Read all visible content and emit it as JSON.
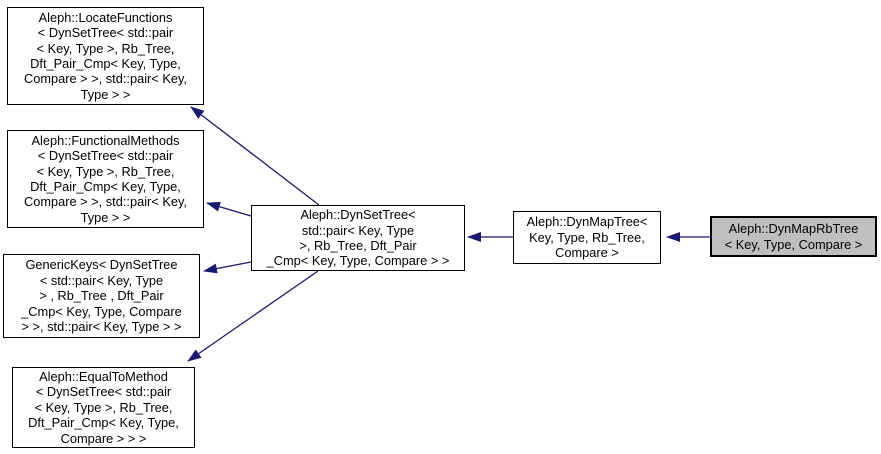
{
  "diagram": {
    "kind": "class-inheritance-graph",
    "colors": {
      "edge": "#191970",
      "node_border": "#000000",
      "node_fill": "#ffffff",
      "highlight_fill": "#bfbfbf",
      "text": "#000000",
      "background": "#ffffff"
    },
    "nodes": [
      {
        "id": "locate-functions",
        "label": "Aleph::LocateFunctions\n< DynSetTree< std::pair\n< Key, Type >, Rb_Tree,\nDft_Pair_Cmp< Key, Type,\nCompare > >, std::pair< Key,\nType > >",
        "highlighted": false
      },
      {
        "id": "functional-methods",
        "label": "Aleph::FunctionalMethods\n< DynSetTree< std::pair\n< Key, Type >, Rb_Tree,\nDft_Pair_Cmp< Key, Type,\nCompare > >, std::pair< Key,\nType > >",
        "highlighted": false
      },
      {
        "id": "generic-keys",
        "label": "GenericKeys< DynSetTree\n< std::pair< Key, Type\n> , Rb_Tree , Dft_Pair\n_Cmp< Key, Type, Compare\n> >, std::pair< Key, Type > >",
        "highlighted": false
      },
      {
        "id": "equal-to-method",
        "label": "Aleph::EqualToMethod\n< DynSetTree< std::pair\n< Key, Type >, Rb_Tree,\nDft_Pair_Cmp< Key, Type,\nCompare > > >",
        "highlighted": false
      },
      {
        "id": "dyn-set-tree",
        "label": "Aleph::DynSetTree<\nstd::pair< Key, Type\n>, Rb_Tree, Dft_Pair\n_Cmp< Key, Type, Compare > >",
        "highlighted": false
      },
      {
        "id": "dyn-map-tree",
        "label": "Aleph::DynMapTree<\nKey, Type, Rb_Tree,\nCompare >",
        "highlighted": false
      },
      {
        "id": "dyn-map-rb-tree",
        "label": "Aleph::DynMapRbTree\n< Key, Type, Compare >",
        "highlighted": true
      }
    ],
    "edges": [
      {
        "from": "dyn-set-tree",
        "to": "locate-functions",
        "type": "inheritance"
      },
      {
        "from": "dyn-set-tree",
        "to": "functional-methods",
        "type": "inheritance"
      },
      {
        "from": "dyn-set-tree",
        "to": "generic-keys",
        "type": "inheritance"
      },
      {
        "from": "dyn-set-tree",
        "to": "equal-to-method",
        "type": "inheritance"
      },
      {
        "from": "dyn-map-tree",
        "to": "dyn-set-tree",
        "type": "inheritance"
      },
      {
        "from": "dyn-map-rb-tree",
        "to": "dyn-map-tree",
        "type": "inheritance"
      }
    ]
  }
}
